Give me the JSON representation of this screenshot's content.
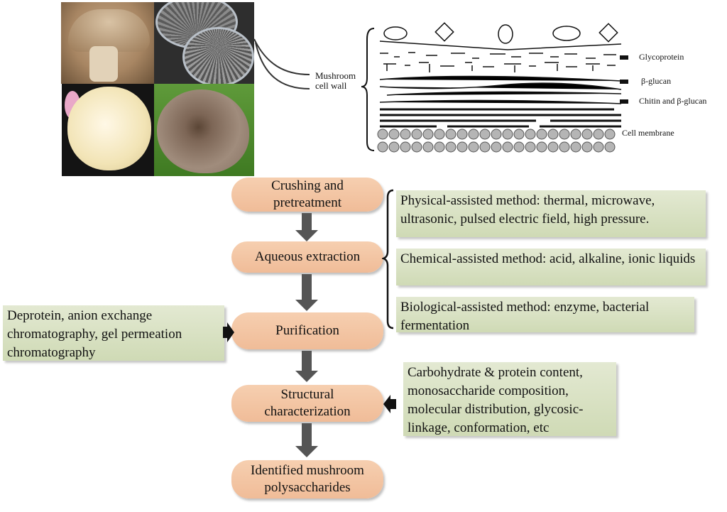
{
  "illustration": {
    "photos": [
      "shiitake-mushroom-photo",
      "split-gill-mushroom-photo",
      "white-cauliflower-mushroom-photo",
      "scaly-brown-mushroom-photo"
    ],
    "cell_wall_label": "Mushroom\ncell wall",
    "layers": [
      {
        "label": "Glycoprotein"
      },
      {
        "label": "β-glucan"
      },
      {
        "label": "Chitin and β-glucan"
      },
      {
        "label": "Cell membrane"
      }
    ]
  },
  "flow": {
    "steps": [
      {
        "label": "Crushing and pretreatment"
      },
      {
        "label": "Aqueous extraction"
      },
      {
        "label": "Purification"
      },
      {
        "label": "Structural characterization"
      },
      {
        "label": "Identified mushroom polysaccharides"
      }
    ],
    "extraction_methods": [
      "Physical-assisted method: thermal, microwave, ultrasonic, pulsed electric field, high pressure.",
      "Chemical-assisted method: acid, alkaline, ionic liquids",
      "Biological-assisted method: enzyme, bacterial fermentation"
    ],
    "purification_methods": "Deprotein, anion exchange chromatography, gel permeation chromatography",
    "characterization_methods": "Carbohydrate & protein content, monosaccharide composition, molecular distribution, glycosic-linkage, conformation, etc"
  }
}
